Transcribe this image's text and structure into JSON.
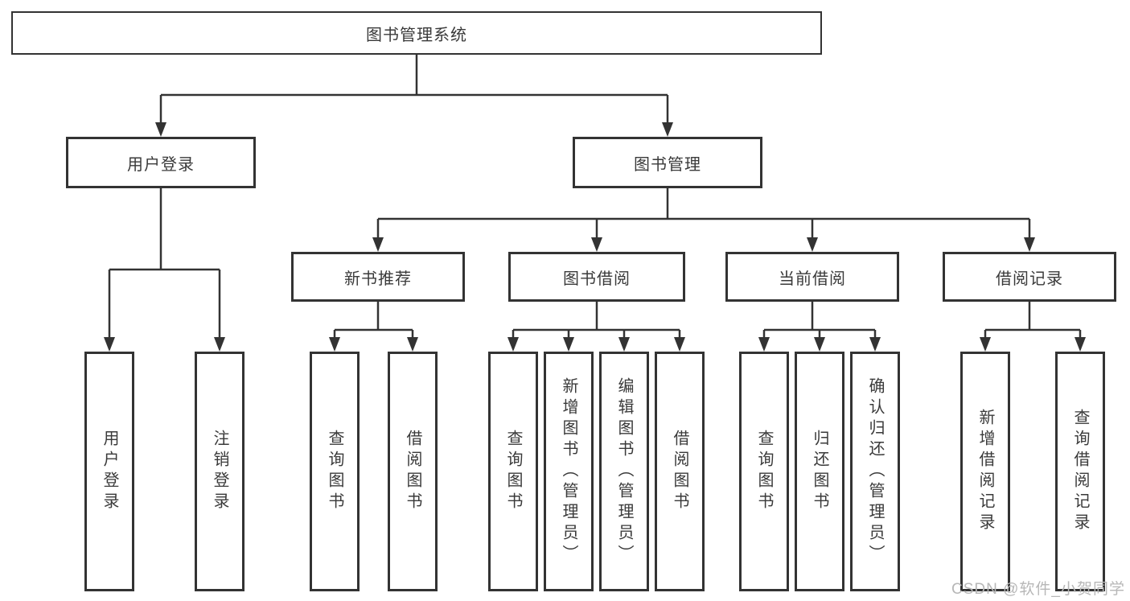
{
  "diagram": {
    "root": {
      "label": "图书管理系统"
    },
    "level2": [
      {
        "label": "用户登录"
      },
      {
        "label": "图书管理"
      }
    ],
    "level3": [
      {
        "label": "新书推荐"
      },
      {
        "label": "图书借阅"
      },
      {
        "label": "当前借阅"
      },
      {
        "label": "借阅记录"
      }
    ],
    "leaves": {
      "user": [
        {
          "label": "用户登录"
        },
        {
          "label": "注销登录"
        }
      ],
      "recommend": [
        {
          "label": "查询图书"
        },
        {
          "label": "借阅图书"
        }
      ],
      "borrow": [
        {
          "label": "查询图书"
        },
        {
          "label": "新增图书（管理员）"
        },
        {
          "label": "编辑图书（管理员）"
        },
        {
          "label": "借阅图书"
        }
      ],
      "current": [
        {
          "label": "查询图书"
        },
        {
          "label": "归还图书"
        },
        {
          "label": "确认归还（管理员）"
        }
      ],
      "records": [
        {
          "label": "新增借阅记录"
        },
        {
          "label": "查询借阅记录"
        }
      ]
    },
    "watermark": "CSDN @软件_小贺同学",
    "colors": {
      "line": "#333333",
      "text": "#3a3a3a",
      "box_bg": "#ffffff",
      "watermark": "#b7b7b7"
    }
  }
}
